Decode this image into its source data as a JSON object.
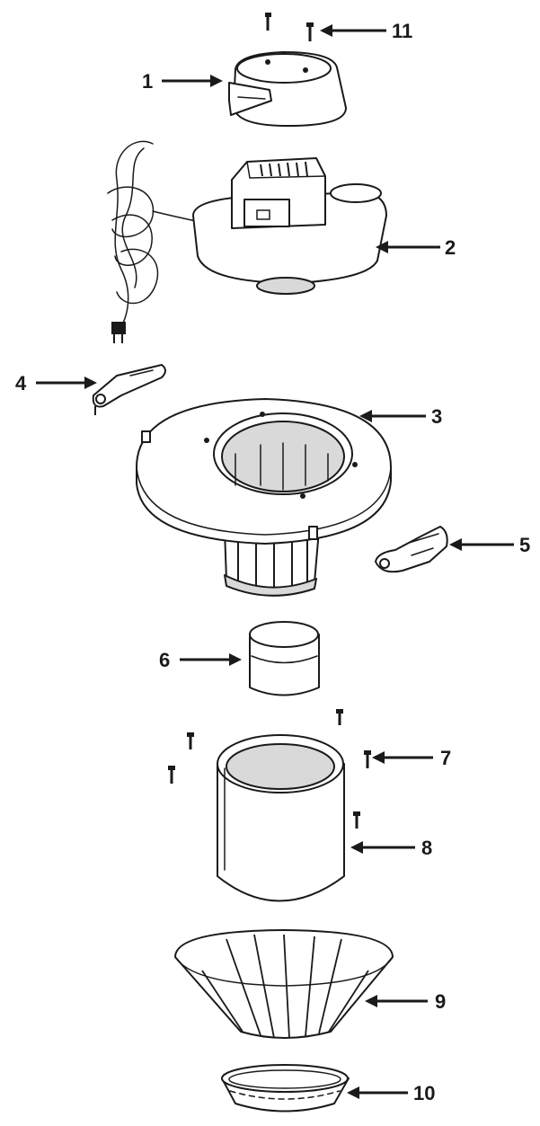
{
  "parts": [
    {
      "id": "p1",
      "label": "1"
    },
    {
      "id": "p2",
      "label": "2"
    },
    {
      "id": "p3",
      "label": "3"
    },
    {
      "id": "p4",
      "label": "4"
    },
    {
      "id": "p5",
      "label": "5"
    },
    {
      "id": "p6",
      "label": "6"
    },
    {
      "id": "p7",
      "label": "7"
    },
    {
      "id": "p8",
      "label": "8"
    },
    {
      "id": "p9",
      "label": "9"
    },
    {
      "id": "p10",
      "label": "10"
    },
    {
      "id": "p11",
      "label": "11"
    }
  ]
}
